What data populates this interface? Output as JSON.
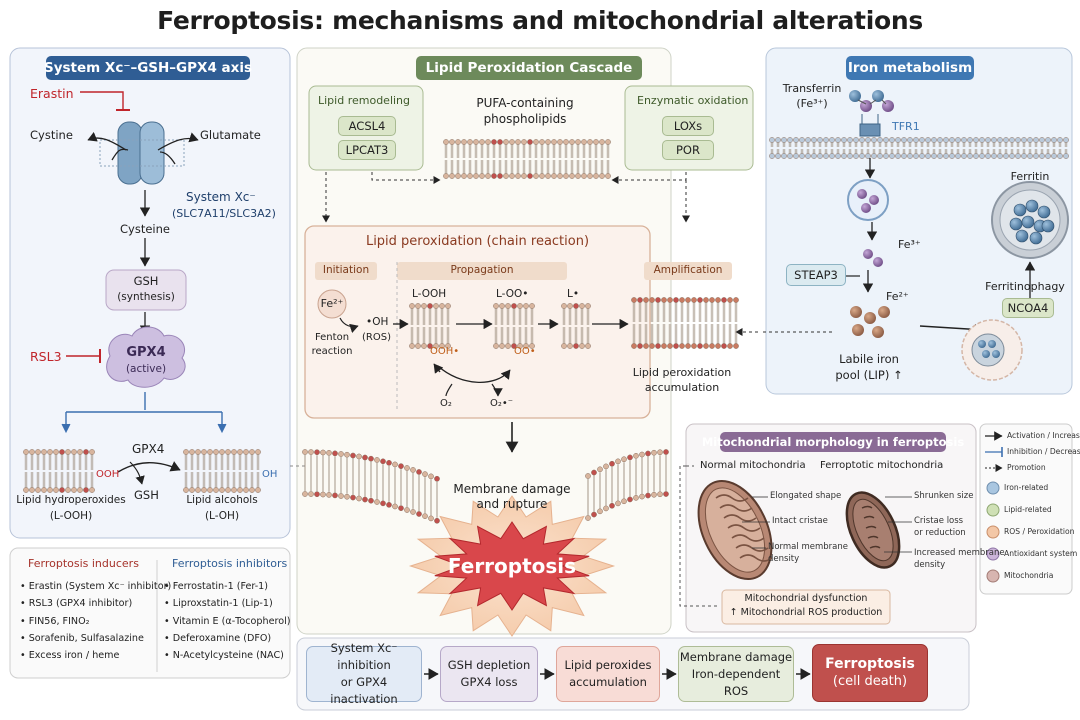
{
  "title": "Ferroptosis: mechanisms and mitochondrial alterations",
  "colors": {
    "navy": "#2f5d94",
    "green": "#6d8a5b",
    "red": "#c0252b",
    "mito_purple": "#8a6b95"
  },
  "left_panel": {
    "tag": "System Xc⁻–GSH–GPX4 axis",
    "erastin": "Erastin",
    "cystine": "Cystine",
    "glutamate": "Glutamate",
    "system_xc": "System Xc⁻",
    "system_xc_sub": "(SLC7A11/SLC3A2)",
    "cysteine": "Cysteine",
    "gsh": "GSH",
    "gsh_sub": "(synthesis)",
    "rsl3": "RSL3",
    "gpx4": "GPX4",
    "gpx4_sub": "(active)",
    "gpx4_mid": "GPX4",
    "gsh_mid": "GSH",
    "oh_label": "OH",
    "ooh_label": "OOH",
    "lipid_hydroperoxides": "Lipid hydroperoxides",
    "lipid_hydroperoxides_sub": "(L-OOH)",
    "lipid_alcohols": "Lipid alcohols",
    "lipid_alcohols_sub": "(L-OH)"
  },
  "inducers": {
    "title": "Ferroptosis inducers",
    "items": [
      "Erastin (System Xc⁻ inhibitor)",
      "RSL3 (GPX4 inhibitor)",
      "FIN56, FINO₂",
      "Sorafenib, Sulfasalazine",
      "Excess iron / heme"
    ]
  },
  "inhibitors": {
    "title": "Ferroptosis inhibitors",
    "items": [
      "Ferrostatin-1 (Fer-1)",
      "Liproxstatin-1 (Lip-1)",
      "Vitamin E (α-Tocopherol)",
      "Deferoxamine (DFO)",
      "N-Acetylcysteine (NAC)"
    ]
  },
  "center_panel": {
    "tag": "Lipid Peroxidation Cascade",
    "remodeling_title": "Lipid remodeling",
    "acsl4": "ACSL4",
    "lpcat3": "LPCAT3",
    "pufa": "PUFA-containing",
    "pufa2": "phospholipids",
    "enzymatic_title": "Enzymatic oxidation",
    "loxs": "LOXs",
    "por": "POR",
    "chain_title": "Lipid peroxidation (chain reaction)",
    "initiation": "Initiation",
    "propagation": "Propagation",
    "amplification": "Amplification",
    "fe": "Fe²⁺",
    "fenton": "Fenton",
    "fenton2": "reaction",
    "oh_radical": "•OH",
    "ros": "(ROS)",
    "looh": "L-OOH",
    "loo": "L-OO•",
    "l_radical": "L•",
    "ooh_rad": "OOH•",
    "oo_rad": "OO•",
    "o2": "O₂",
    "o2_rad": "O₂•⁻",
    "accumulation": "Lipid peroxidation",
    "accumulation2": "accumulation",
    "membrane_damage": "Membrane damage",
    "membrane_damage2": "and rupture",
    "ferroptosis": "Ferroptosis"
  },
  "iron_panel": {
    "tag": "Iron metabolism",
    "transferrin": "Transferrin",
    "transferrin_sub": "(Fe³⁺)",
    "tfr1": "TFR1",
    "fe3": "Fe³⁺",
    "steap3": "STEAP3",
    "fe2": "Fe²⁺",
    "ferritin": "Ferritin",
    "ferritinophagy": "Ferritinophagy",
    "ncoa4": "NCOA4",
    "labile": "Labile iron",
    "labile2": "pool (LIP) ↑"
  },
  "mito_panel": {
    "tag": "Mitochondrial morphology in ferroptosis",
    "normal": "Normal mitochondria",
    "ferroptotic": "Ferroptotic mitochondria",
    "elongated": "Elongated shape",
    "intact": "Intact cristae",
    "normal_membrane": "Normal membrane",
    "normal_membrane2": "density",
    "shrunken": "Shrunken size",
    "cristae_loss": "Cristae loss",
    "cristae_loss2": "or reduction",
    "increased": "Increased membrane",
    "increased2": "density",
    "dysfunction": "Mitochondrial dysfunction",
    "dysfunction2": "↑ Mitochondrial ROS production"
  },
  "legend": {
    "activation": "Activation / Increase",
    "inhibition": "Inhibition / Decrease",
    "promotion": "Promotion",
    "iron": "Iron-related",
    "lipid": "Lipid-related",
    "ros": "ROS / Peroxidation",
    "antioxidant": "Antioxidant system",
    "mitochondria": "Mitochondria"
  },
  "flow": [
    {
      "line1": "System Xc⁻ inhibition",
      "line2": "or GPX4 inactivation"
    },
    {
      "line1": "GSH depletion",
      "line2": "GPX4 loss"
    },
    {
      "line1": "Lipid peroxides",
      "line2": "accumulation"
    },
    {
      "line1": "Membrane damage",
      "line2": "Iron-dependent ROS"
    },
    {
      "line1": "Ferroptosis",
      "line2": "(cell death)"
    }
  ]
}
